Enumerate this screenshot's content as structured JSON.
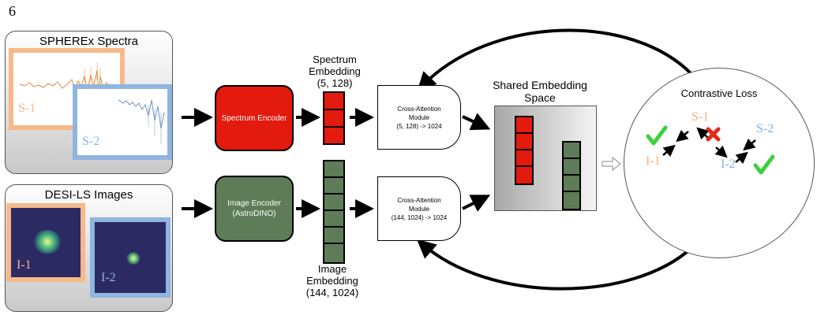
{
  "page_number": "6",
  "spectra_panel": {
    "title": "SPHEREx Spectra",
    "label_1": "S-1",
    "label_2": "S-2"
  },
  "images_panel": {
    "title": "DESI-LS Images",
    "label_1": "I-1",
    "label_2": "I-2"
  },
  "spectrum_encoder": {
    "label": "Spectrum Encoder"
  },
  "image_encoder": {
    "label_line1": "Image Encoder",
    "label_line2": "(AstroDINO)"
  },
  "spectrum_embedding": {
    "line1": "Spectrum",
    "line2": "Embedding",
    "line3": "(5, 128)"
  },
  "image_embedding": {
    "line1": "Image",
    "line2": "Embedding",
    "line3": "(144, 1024)"
  },
  "module_top": {
    "line1": "Cross-Attention",
    "line2": "Module",
    "line3": "(5, 128) -> 1024"
  },
  "module_bottom": {
    "line1": "Cross-Attention",
    "line2": "Module",
    "line3": "(144, 1024) -> 1024"
  },
  "shared_space": {
    "line1": "Shared Embedding",
    "line2": "Space"
  },
  "contrastive": {
    "title": "Contrastive Loss",
    "s1": "S-1",
    "s2": "S-2",
    "i1": "I-1",
    "i2": "I-2"
  },
  "colors": {
    "spectrum_red": "#e31a0e",
    "image_green": "#5e7c57",
    "orange_frame": "#f7b98a",
    "blue_frame": "#8fb5e0",
    "check_green": "#3ad13a",
    "cross_red": "#e3281a",
    "sky": "#2b2a63"
  },
  "icons": [
    "check-icon",
    "cross-icon",
    "hollow-arrow-icon"
  ]
}
